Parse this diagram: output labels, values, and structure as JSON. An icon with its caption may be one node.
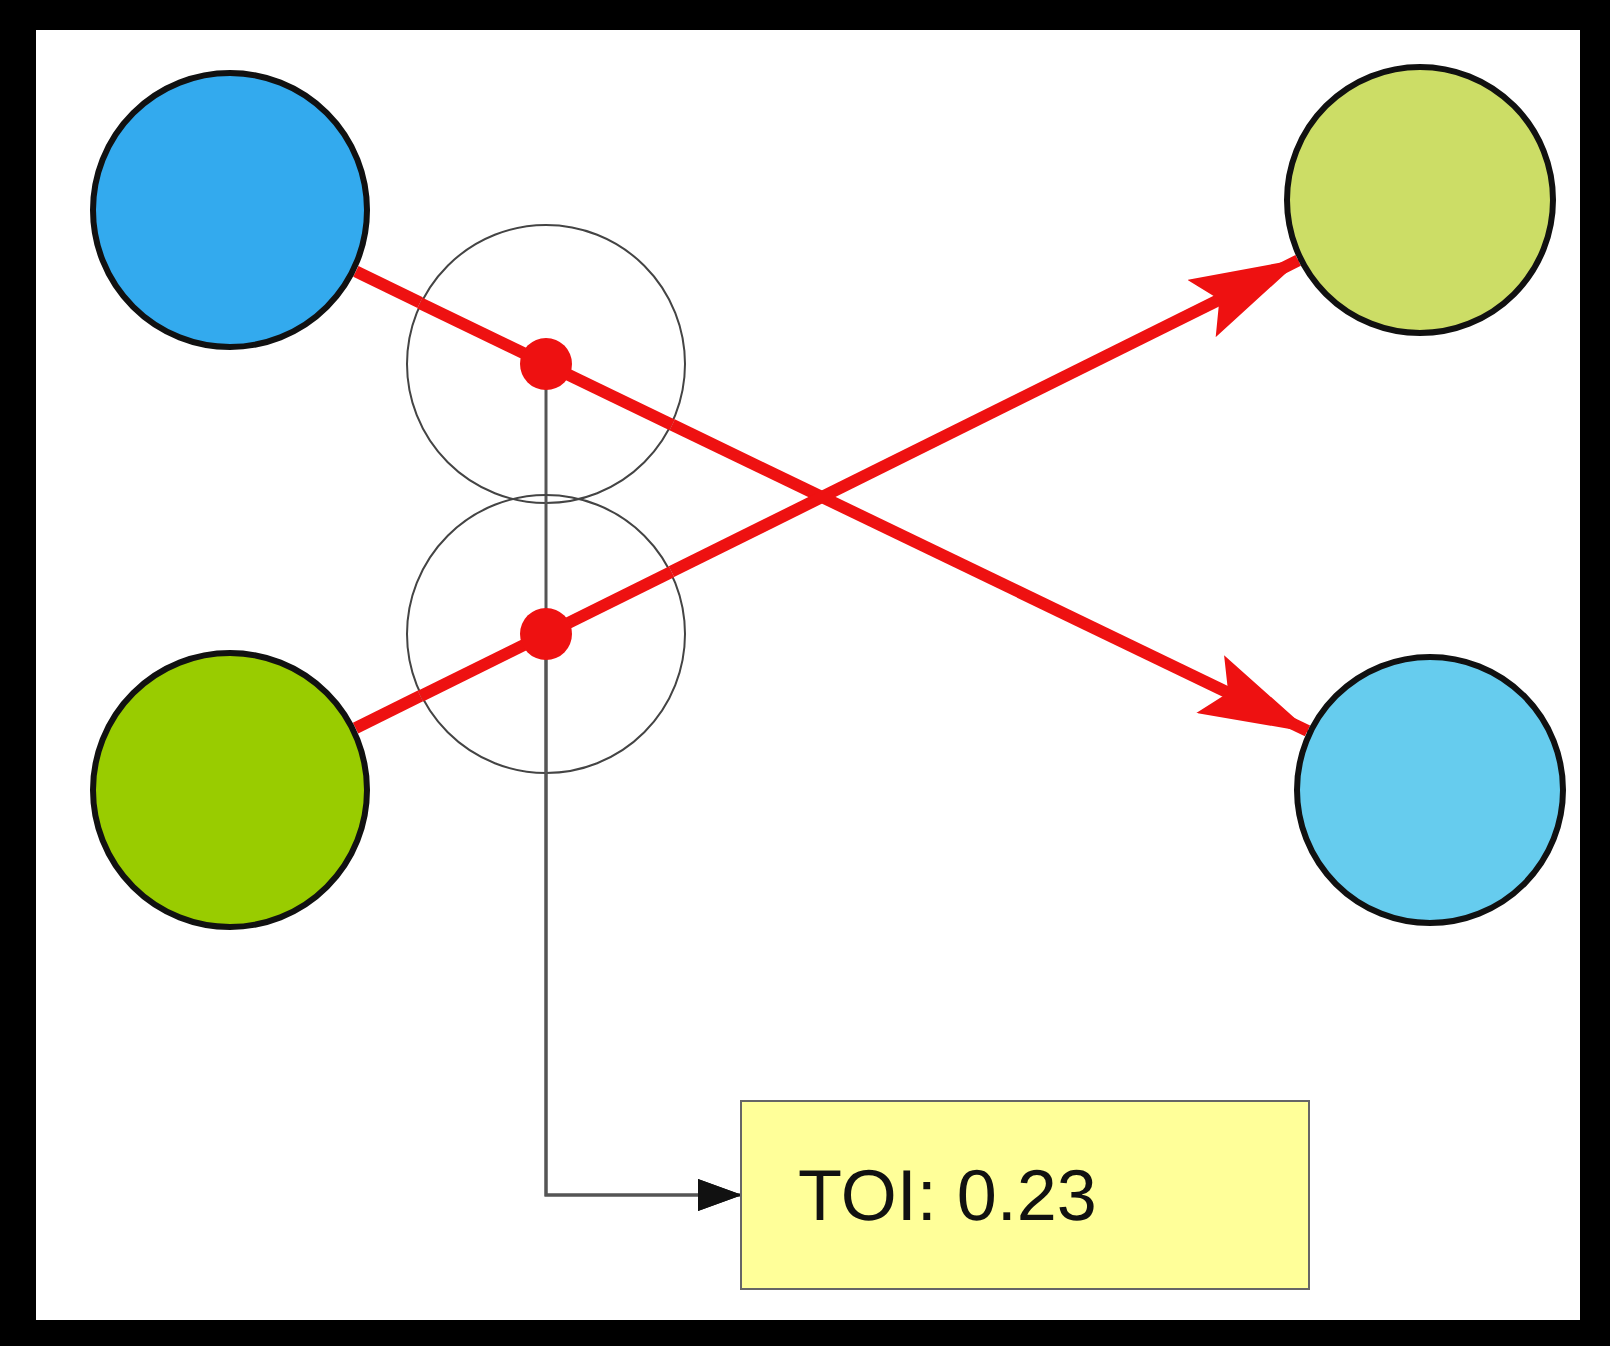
{
  "diagram": {
    "nodes": [
      {
        "text": [],
        "shape": "circle"
      },
      {
        "text": [],
        "shape": "circle"
      },
      {
        "text": [],
        "shape": "circle"
      },
      {
        "text": [],
        "shape": "circle"
      },
      {
        "text": [],
        "shape": "circle"
      },
      {
        "text": [],
        "shape": "circle"
      },
      {
        "text": [
          "TOI: 0.23"
        ]
      }
    ],
    "edges": [
      {
        "from": 0,
        "to": 4,
        "arrow": "none"
      },
      {
        "from": 4,
        "to": 3,
        "arrow": "to"
      },
      {
        "from": 2,
        "to": 5,
        "arrow": "none"
      },
      {
        "from": 5,
        "to": 1,
        "arrow": "to"
      },
      {
        "from": 4,
        "to": 6,
        "arrow": "to",
        "color": "#555555"
      },
      {
        "from": 5,
        "to": 6,
        "arrow": "to",
        "color": "#555555"
      }
    ]
  }
}
